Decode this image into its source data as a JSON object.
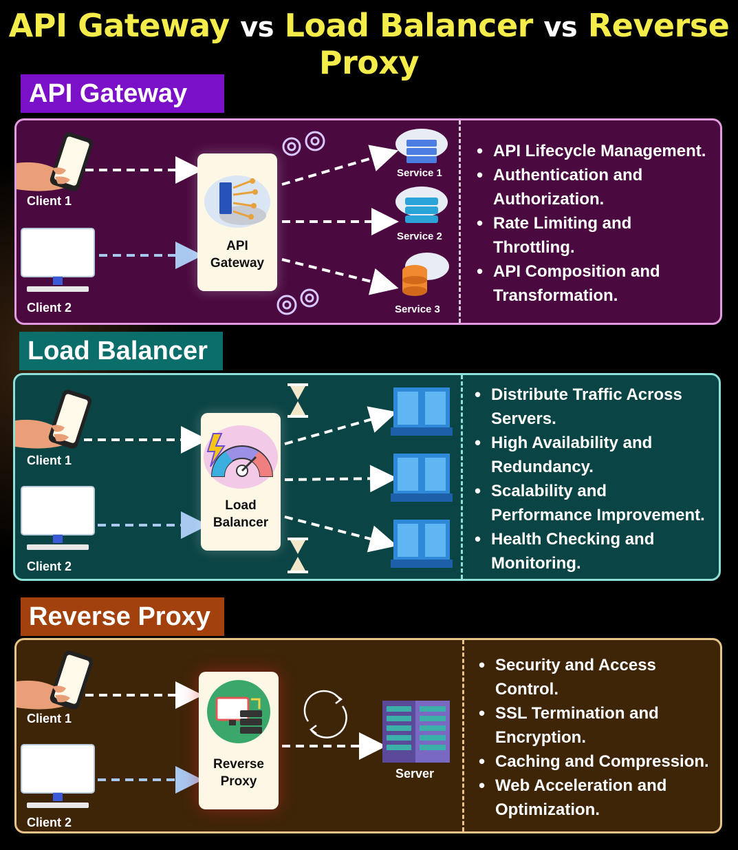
{
  "title": {
    "part1": "API Gateway",
    "vs1": "vs",
    "part2": "Load Balancer",
    "vs2": "vs",
    "part3": "Reverse Proxy"
  },
  "colors": {
    "title_highlight": "#f4ec4a",
    "api_tag": "#7a10c8",
    "api_panel": "#4a0a40",
    "api_border": "#e29be0",
    "lb_tag": "#0b6e6a",
    "lb_panel": "#0b4444",
    "lb_border": "#8fe0d8",
    "rp_tag": "#a2410d",
    "rp_panel": "#3e2508",
    "rp_border": "#e9c48a"
  },
  "api_gateway": {
    "heading": "API Gateway",
    "client1": "Client 1",
    "client2": "Client 2",
    "node_line1": "API",
    "node_line2": "Gateway",
    "service1": "Service 1",
    "service2": "Service 2",
    "service3": "Service 3",
    "bullets": [
      "API Lifecycle Management.",
      "Authentication and",
      "Authorization.",
      "Rate Limiting and",
      "Throttling.",
      "API Composition and",
      "Transformation."
    ]
  },
  "load_balancer": {
    "heading": "Load Balancer",
    "client1": "Client 1",
    "client2": "Client 2",
    "node_line1": "Load",
    "node_line2": "Balancer",
    "bullets": [
      "Distribute Traffic Across",
      "Servers.",
      "High Availability and",
      "Redundancy.",
      "Scalability and",
      "Performance Improvement.",
      "Health Checking and",
      "Monitoring."
    ]
  },
  "reverse_proxy": {
    "heading": "Reverse Proxy",
    "client1": "Client 1",
    "client2": "Client 2",
    "node_line1": "Reverse",
    "node_line2": "Proxy",
    "server": "Server",
    "bullets": [
      "Security and Access",
      "Control.",
      "SSL Termination and",
      "Encryption.",
      "Caching and Compression.",
      "Web Acceleration and",
      "Optimization."
    ]
  }
}
